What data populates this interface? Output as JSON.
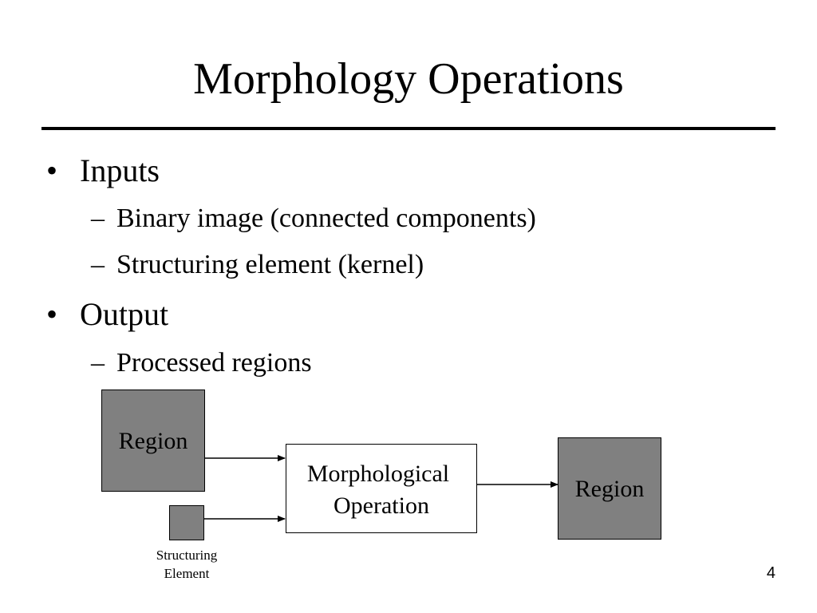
{
  "slide": {
    "title": "Morphology Operations",
    "page_number": "4"
  },
  "bullets": [
    {
      "marker": "•",
      "text": "Inputs",
      "subitems": [
        {
          "marker": "–",
          "text": "Binary image (connected components)"
        },
        {
          "marker": "–",
          "text": "Structuring element (kernel)"
        }
      ]
    },
    {
      "marker": "•",
      "text": "Output",
      "subitems": [
        {
          "marker": "–",
          "text": "Processed regions"
        }
      ]
    }
  ],
  "diagram": {
    "input_region_label": "Region",
    "structuring_element_label_line1": "Structuring",
    "structuring_element_label_line2": "Element",
    "operation_label_line1": "Morphological",
    "operation_label_line2": "Operation",
    "output_region_label": "Region",
    "colors": {
      "region_fill": "#808080",
      "operation_fill": "#ffffff",
      "stroke": "#000000"
    }
  }
}
